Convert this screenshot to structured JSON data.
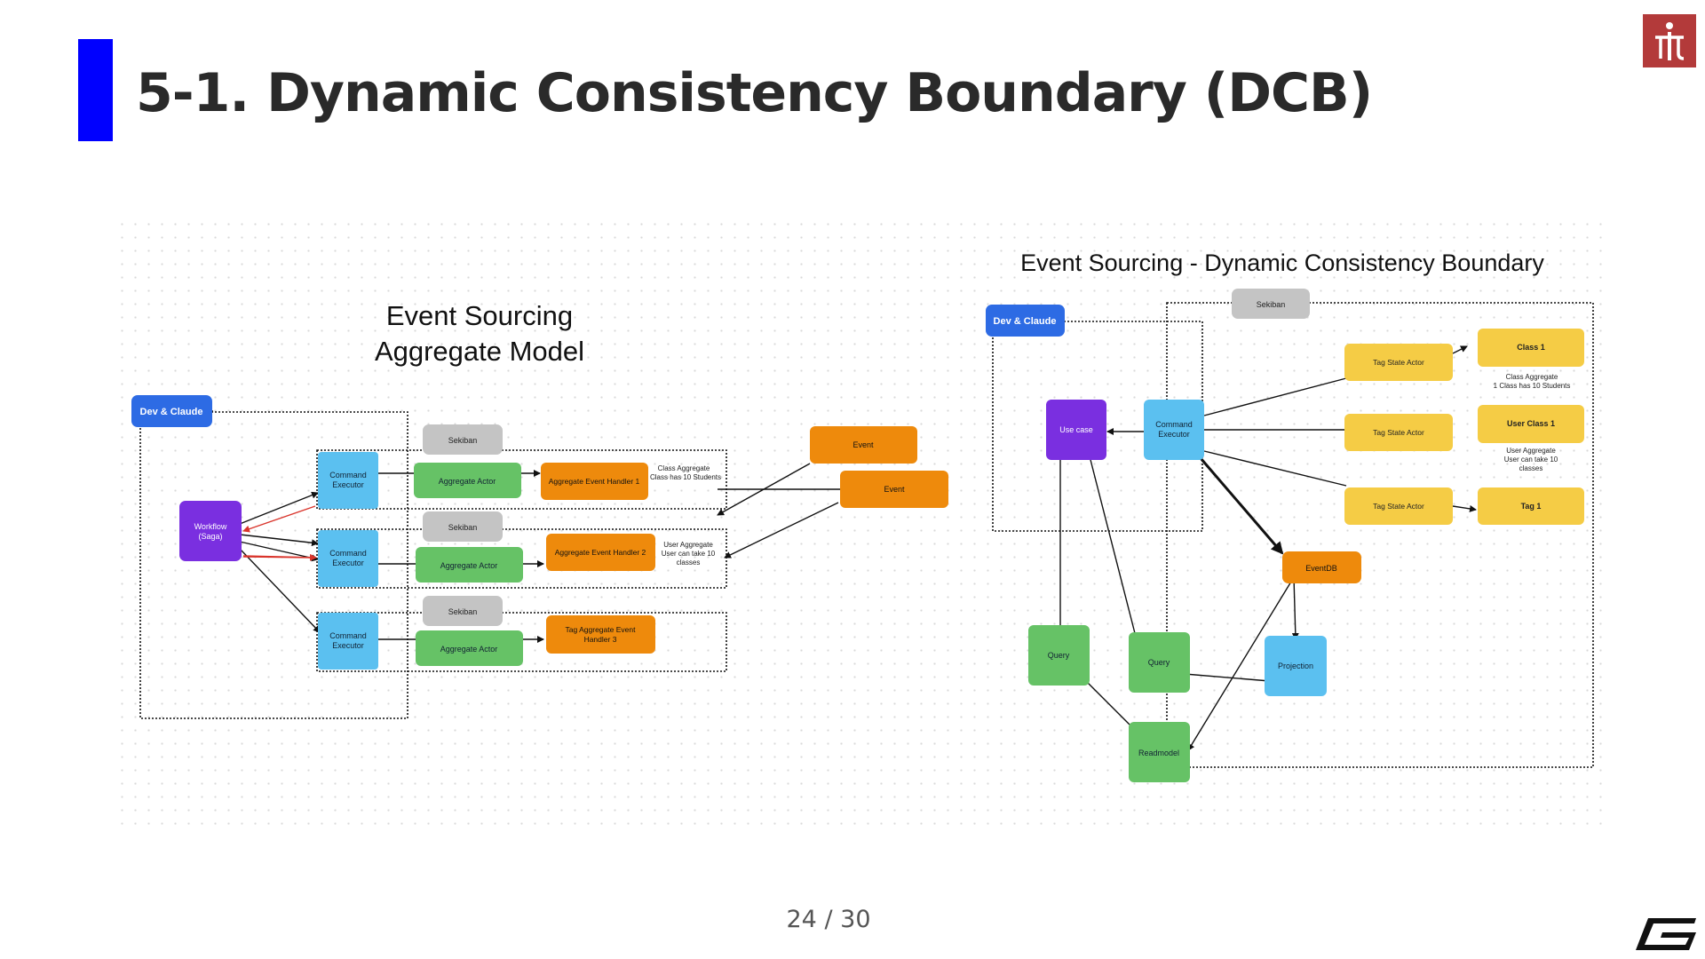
{
  "slide": {
    "title": "5-1. Dynamic Consistency Boundary (DCB)",
    "page_current": "24",
    "page_separator": "/",
    "page_total": "30"
  },
  "left": {
    "heading_line1": "Event Sourcing",
    "heading_line2": "Aggregate Model",
    "dev_claude": "Dev & Claude",
    "workflow_line1": "Workflow",
    "workflow_line2": "(Saga)",
    "command_line1": "Command",
    "command_line2": "Executor",
    "sekiban": "Sekiban",
    "aggregate_actor": "Aggregate Actor",
    "handler1": "Aggregate Event Handler 1",
    "handler2": "Aggregate Event Handler 2",
    "handler3_line1": "Tag Aggregate Event",
    "handler3_line2": "Handler 3",
    "note1_line1": "Class Aggregate",
    "note1_line2": "Class has 10 Students",
    "note2_line1": "User Aggregate",
    "note2_line2": "User can take 10",
    "note2_line3": "classes",
    "event": "Event"
  },
  "right": {
    "heading": "Event Sourcing - Dynamic Consistency Boundary",
    "dev_claude": "Dev & Claude",
    "sekiban": "Sekiban",
    "use_case": "Use case",
    "command_line1": "Command",
    "command_line2": "Executor",
    "tag_state_actor": "Tag State Actor",
    "class1": "Class 1",
    "class1_note_line1": "Class Aggregate",
    "class1_note_line2": "1 Class has 10 Students",
    "user_class1": "User Class 1",
    "user_note_line1": "User Aggregate",
    "user_note_line2": "User can take 10",
    "user_note_line3": "classes",
    "tag1": "Tag 1",
    "eventdb": "EventDB",
    "query": "Query",
    "projection": "Projection",
    "readmodel": "Readmodel"
  },
  "colors": {
    "accent_bar": "#0000ff",
    "blue_node": "#2d6be4",
    "light_blue": "#5bc0f0",
    "purple": "#7a2fe0",
    "green": "#66c266",
    "orange": "#ee8a0c",
    "yellow": "#f5cc45",
    "gray": "#c4c4c4",
    "logo": "#b33a3a"
  }
}
